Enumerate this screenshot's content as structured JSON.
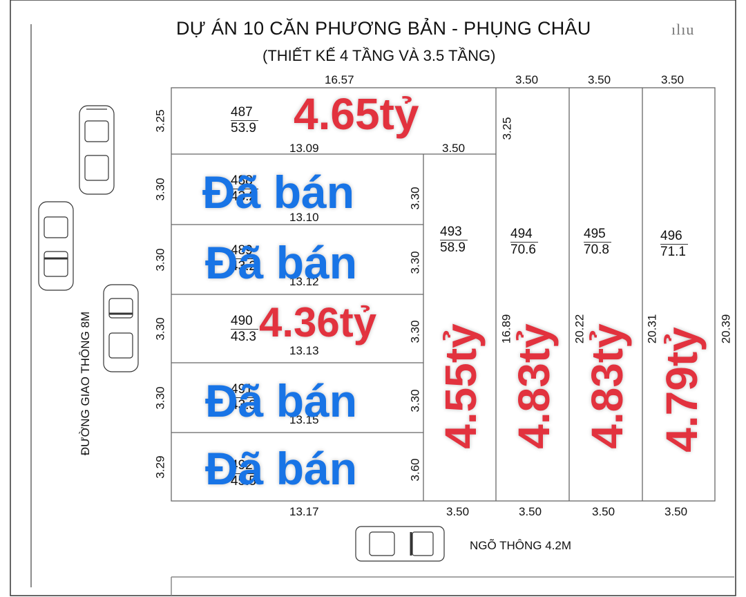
{
  "title": "DỰ ÁN 10 CĂN PHƯƠNG BẢN - PHỤNG CHÂU",
  "subtitle": "(THIẾT KẾ 4 TẦNG VÀ 3.5 TẦNG)",
  "signature": "ılıu",
  "roads": {
    "left": "ĐƯỜNG GIAO THÔNG 8M",
    "bottom": "NGÕ THÔNG 4.2M"
  },
  "dimensions": {
    "top_total": "16.57",
    "top_cols": [
      "3.50",
      "3.50",
      "3.50"
    ],
    "row_heights": [
      "3.25",
      "3.30",
      "3.30",
      "3.30",
      "3.30",
      "3.29"
    ],
    "inner_widths": [
      "13.09",
      "13.10",
      "13.12",
      "13.13",
      "13.15"
    ],
    "inner_right": [
      "3.30",
      "3.30",
      "3.30",
      "3.30",
      "3.60"
    ],
    "plot487_right": "3.50",
    "col494_left": "3.25",
    "bottom_left": "13.17",
    "bottom_cols": [
      "3.50",
      "3.50",
      "3.50",
      "3.50"
    ],
    "col_lengths": [
      "16.89",
      "20.22",
      "20.31",
      "20.39"
    ]
  },
  "plots": [
    {
      "id": "487",
      "area": "53.9",
      "status": "4.65tỷ"
    },
    {
      "id": "488",
      "area": "43.2",
      "status": "Đã bán"
    },
    {
      "id": "489",
      "area": "43.2",
      "status": "Đã bán"
    },
    {
      "id": "490",
      "area": "43.3",
      "status": "4.36tỷ"
    },
    {
      "id": "491",
      "area": "43.3",
      "status": "Đã bán"
    },
    {
      "id": "492",
      "area": "45.5",
      "status": "Đã bán"
    },
    {
      "id": "493",
      "area": "58.9",
      "status": "4.55tỷ"
    },
    {
      "id": "494",
      "area": "70.6",
      "status": "4.83tỷ"
    },
    {
      "id": "495",
      "area": "70.8",
      "status": "4.83tỷ"
    },
    {
      "id": "496",
      "area": "71.1",
      "status": "4.79tỷ"
    }
  ],
  "colors": {
    "price": "#e2323e",
    "sold": "#1874e6",
    "lines": "#555555"
  }
}
